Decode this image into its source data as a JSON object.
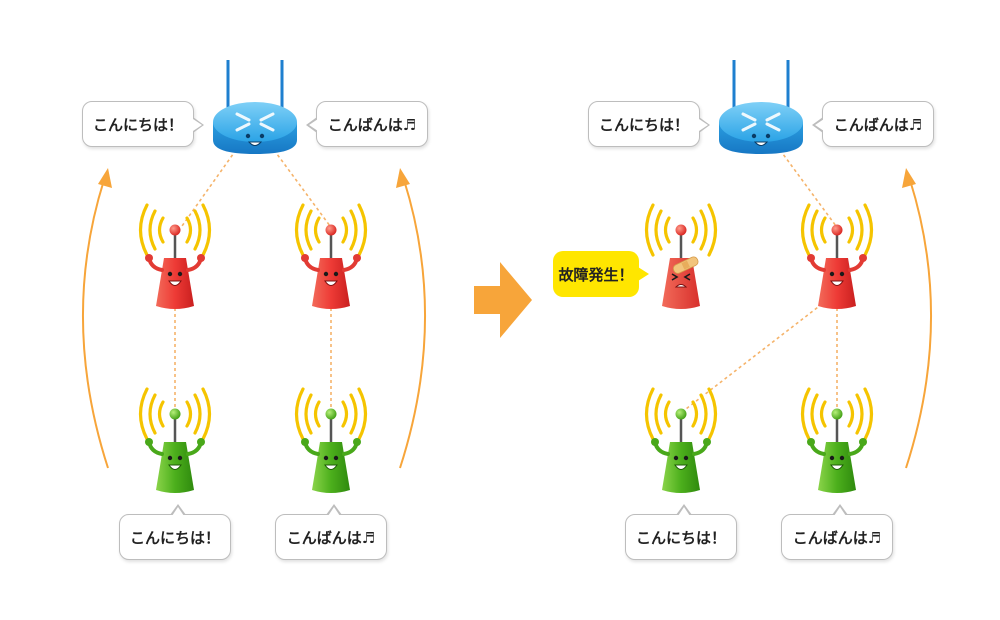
{
  "colors": {
    "router": "#2aa3e6",
    "node_red": "#ee3b36",
    "node_green": "#4caf1c",
    "signal": "#f5c400",
    "link": "#f5b36a",
    "arrow": "#f7a53a",
    "alert_bubble": "#ffe600"
  },
  "icons": [
    "router-icon",
    "mesh-node-icon",
    "signal-wave-icon",
    "bandage-icon",
    "transition-arrow-icon"
  ],
  "left_panel": {
    "router_bubble_left": "こんにちは！",
    "router_bubble_right": "こんばんは♬",
    "bottom_bubble_left": "こんにちは！",
    "bottom_bubble_right": "こんばんは♬"
  },
  "right_panel": {
    "router_bubble_left": "こんにちは！",
    "router_bubble_right": "こんばんは♬",
    "failure_bubble": "故障発生！",
    "bottom_bubble_left": "こんにちは！",
    "bottom_bubble_right": "こんばんは♬"
  }
}
